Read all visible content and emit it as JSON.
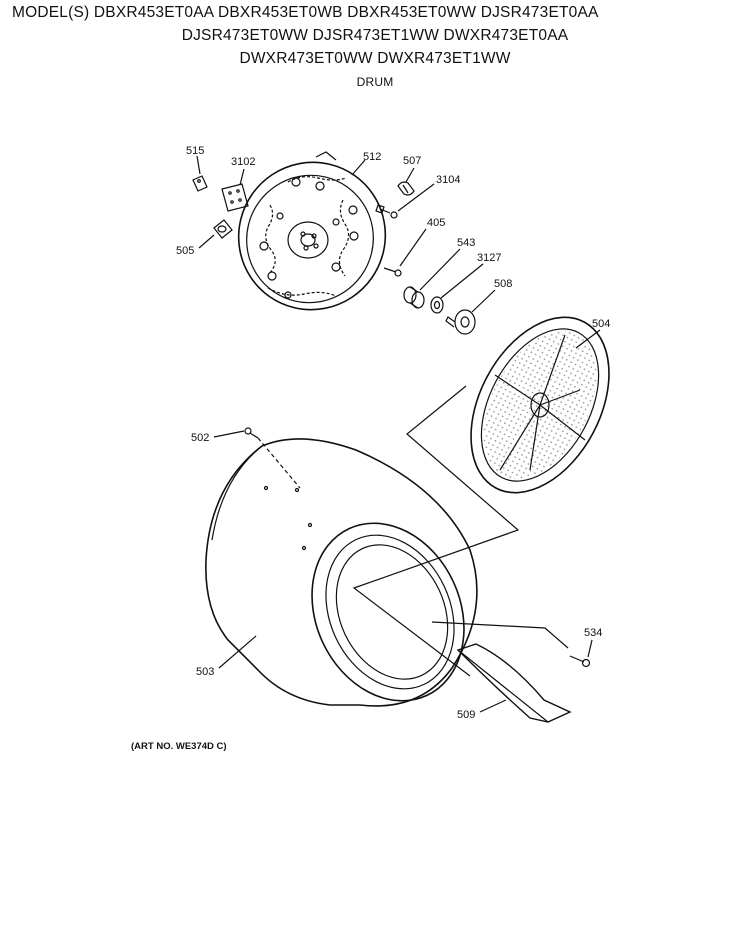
{
  "header": {
    "line1": "MODEL(S) DBXR453ET0AA  DBXR453ET0WB  DBXR453ET0WW  DJSR473ET0AA",
    "line2": "DJSR473ET0WW  DJSR473ET1WW  DWXR473ET0AA",
    "line3": "DWXR473ET0WW  DWXR473ET1WW",
    "section": "DRUM"
  },
  "callouts": {
    "c515": "515",
    "c3102": "3102",
    "c512": "512",
    "c507": "507",
    "c3104": "3104",
    "c505": "505",
    "c405": "405",
    "c543": "543",
    "c3127": "3127",
    "c508": "508",
    "c504": "504",
    "c502": "502",
    "c503": "503",
    "c534": "534",
    "c509": "509"
  },
  "footer": {
    "art_number": "(ART NO. WE374D C)"
  }
}
